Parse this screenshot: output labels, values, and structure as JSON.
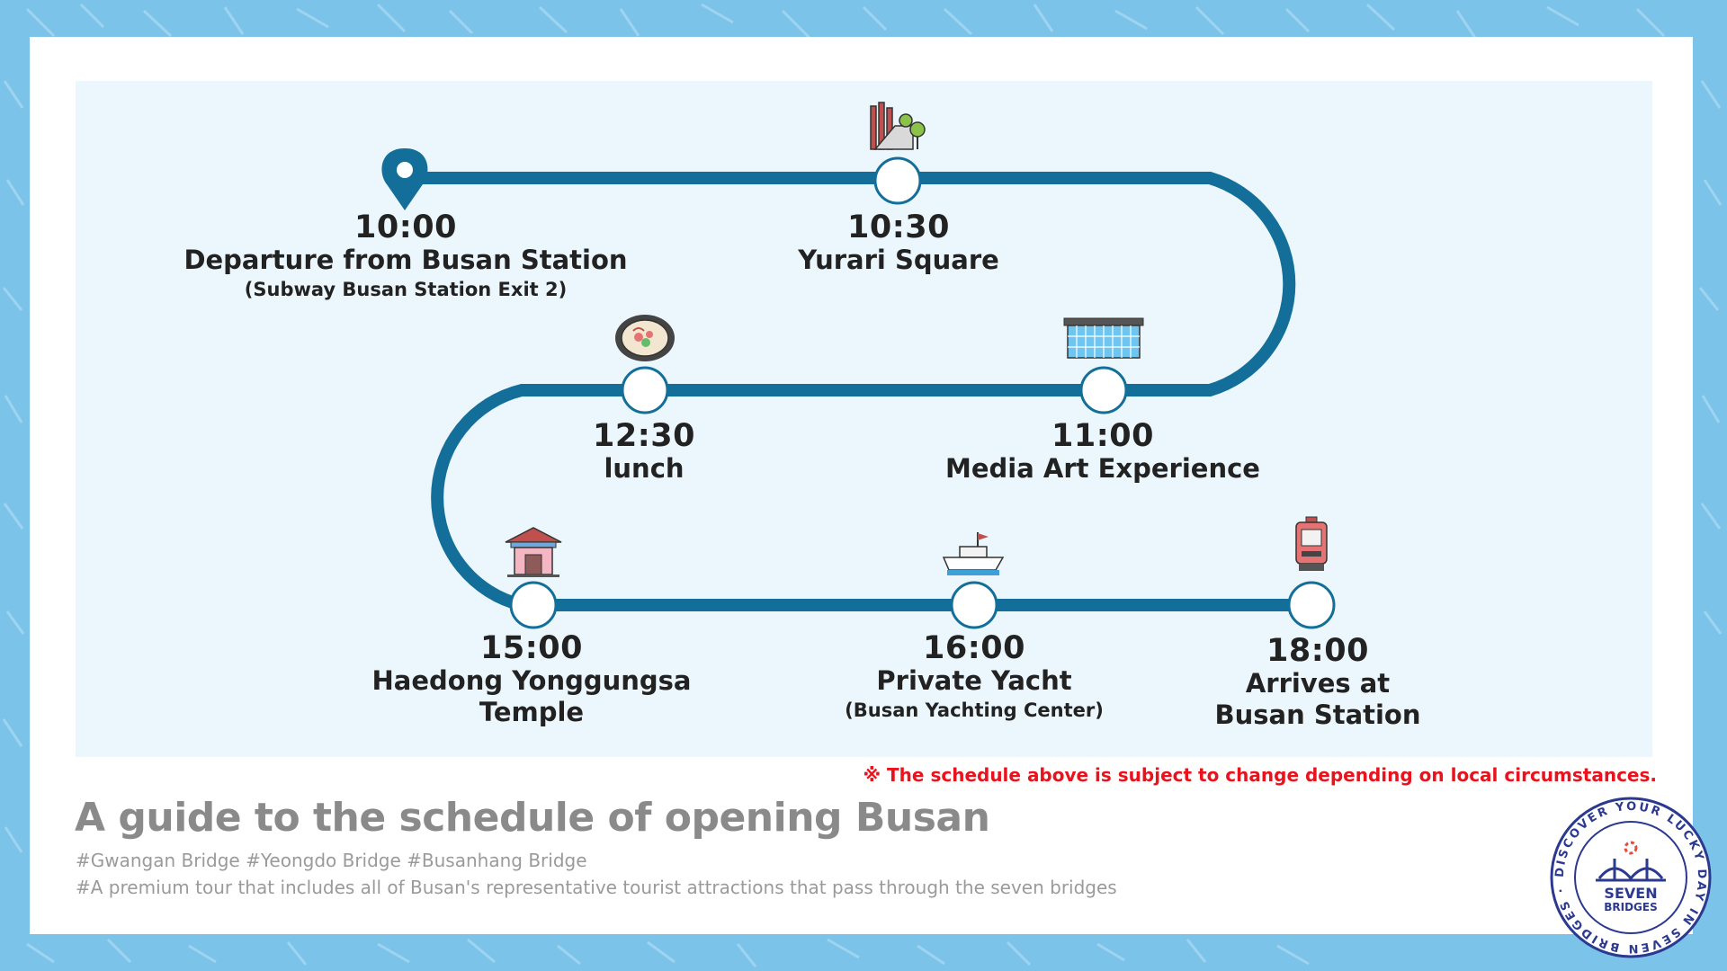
{
  "colors": {
    "route": "#136f99",
    "background": "#7cc3ea",
    "panel": "#ecf7fd",
    "notice": "#e8131c",
    "title": "#8a8a8a"
  },
  "stops": [
    {
      "time": "10:00",
      "place": "Departure from Busan Station",
      "sub": "(Subway Busan Station Exit 2)",
      "icon": "map-pin-icon"
    },
    {
      "time": "10:30",
      "place": "Yurari Square",
      "icon": "park-icon"
    },
    {
      "time": "11:00",
      "place": "Media Art Experience",
      "icon": "building-icon"
    },
    {
      "time": "12:30",
      "place": "lunch",
      "icon": "food-bowl-icon"
    },
    {
      "time": "15:00",
      "place": "Haedong Yonggungsa",
      "place2": "Temple",
      "icon": "temple-icon"
    },
    {
      "time": "16:00",
      "place": "Private Yacht",
      "sub": "(Busan Yachting Center)",
      "icon": "yacht-icon"
    },
    {
      "time": "18:00",
      "place": "Arrives at",
      "place2": "Busan Station",
      "icon": "train-icon"
    }
  ],
  "notice": "※ The schedule above is subject to change depending on local circumstances.",
  "title": "A guide to the schedule of opening Busan",
  "hashtags": [
    "#Gwangan Bridge #Yeongdo Bridge #Busanhang Bridge",
    "#A premium tour that includes all of Busan's representative tourist attractions that pass through the seven bridges"
  ],
  "badge": {
    "ring_text": "DISCOVER YOUR LUCKY DAY IN SEVEN BRIDGES ·",
    "line1": "SEVEN",
    "line2": "BRIDGES"
  }
}
